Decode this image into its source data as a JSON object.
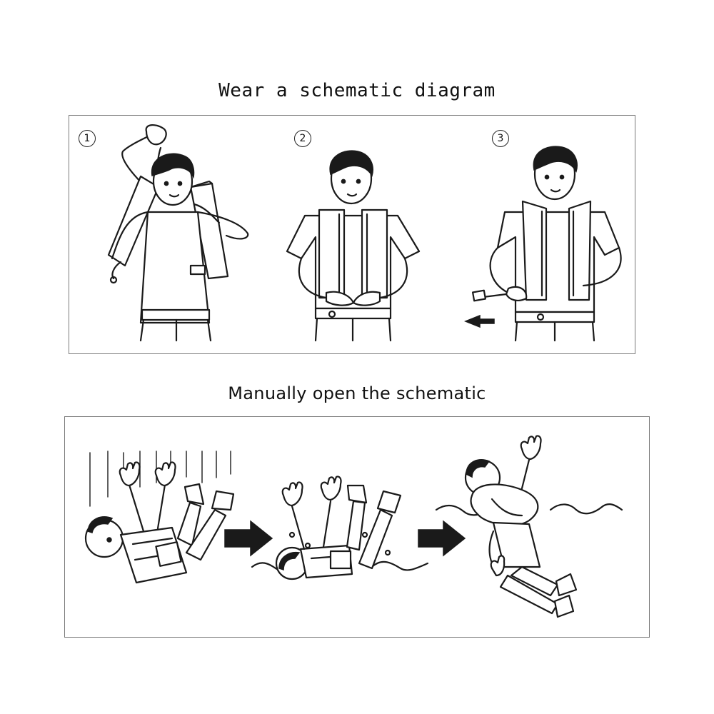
{
  "section_wear": {
    "title": "Wear a schematic diagram",
    "steps": [
      {
        "number": "1"
      },
      {
        "number": "2"
      },
      {
        "number": "3"
      }
    ]
  },
  "section_open": {
    "title": "Manually open the schematic"
  },
  "colors": {
    "line": "#1a1a1a",
    "panel_border": "#7a7a7a",
    "background": "#ffffff"
  }
}
